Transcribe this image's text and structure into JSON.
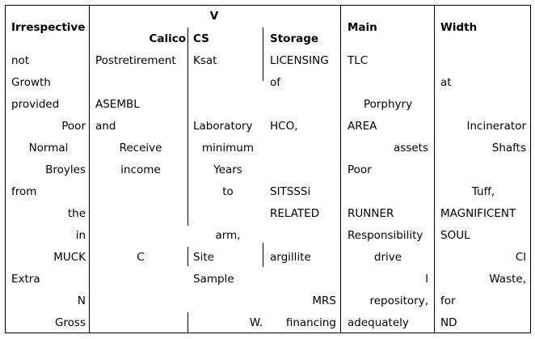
{
  "table": {
    "header": {
      "group": "V",
      "columns": [
        "Irrespective",
        "Calico",
        "CS",
        "Storage",
        "Main",
        "Width"
      ]
    },
    "rows": [
      [
        "not",
        "Postretirement",
        "Ksat",
        "LICENSING",
        "TLC",
        ""
      ],
      [
        "Growth",
        "",
        "",
        "of",
        "",
        "at"
      ],
      [
        "provided",
        "ASEMBL",
        "",
        "",
        "Porphyry",
        ""
      ],
      [
        "Poor",
        "and",
        "Laboratory",
        "HCO,",
        "AREA",
        "Incinerator"
      ],
      [
        "Normal",
        "Receive",
        "minimum",
        "",
        "assets",
        "Shafts"
      ],
      [
        "Broyles",
        "income",
        "Years",
        "",
        "Poor",
        ""
      ],
      [
        "from",
        "",
        "to",
        "SITSSSi",
        "",
        "Tuff,"
      ],
      [
        "the",
        "",
        "",
        "RELATED",
        "RUNNER",
        "MAGNIFICENT"
      ],
      [
        "in",
        "",
        "arm,",
        "",
        "Responsibility",
        "SOUL"
      ],
      [
        "MUCK",
        "C",
        "Site",
        "argillite",
        "drive",
        "Cl"
      ],
      [
        "Extra",
        "",
        "Sample",
        "",
        "l",
        "Waste,"
      ],
      [
        "N",
        "",
        "",
        "MRS",
        "repository,",
        "for"
      ],
      [
        "Gross",
        "",
        "W.",
        "financing",
        "adequately",
        "ND"
      ]
    ]
  }
}
